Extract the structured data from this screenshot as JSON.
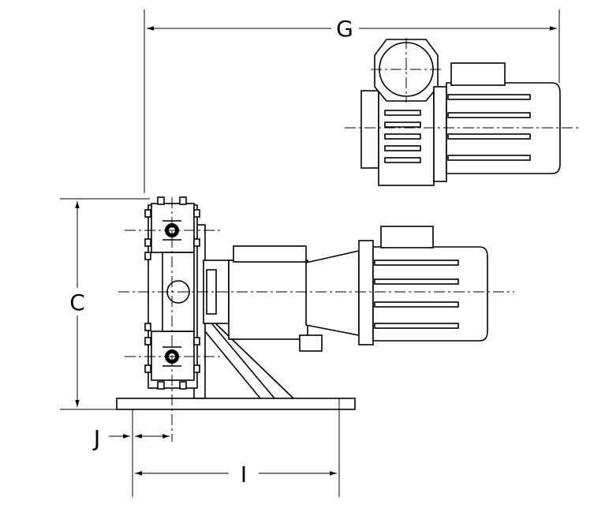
{
  "dimensions": {
    "g": "G",
    "c": "C",
    "j": "J",
    "i": "I"
  }
}
